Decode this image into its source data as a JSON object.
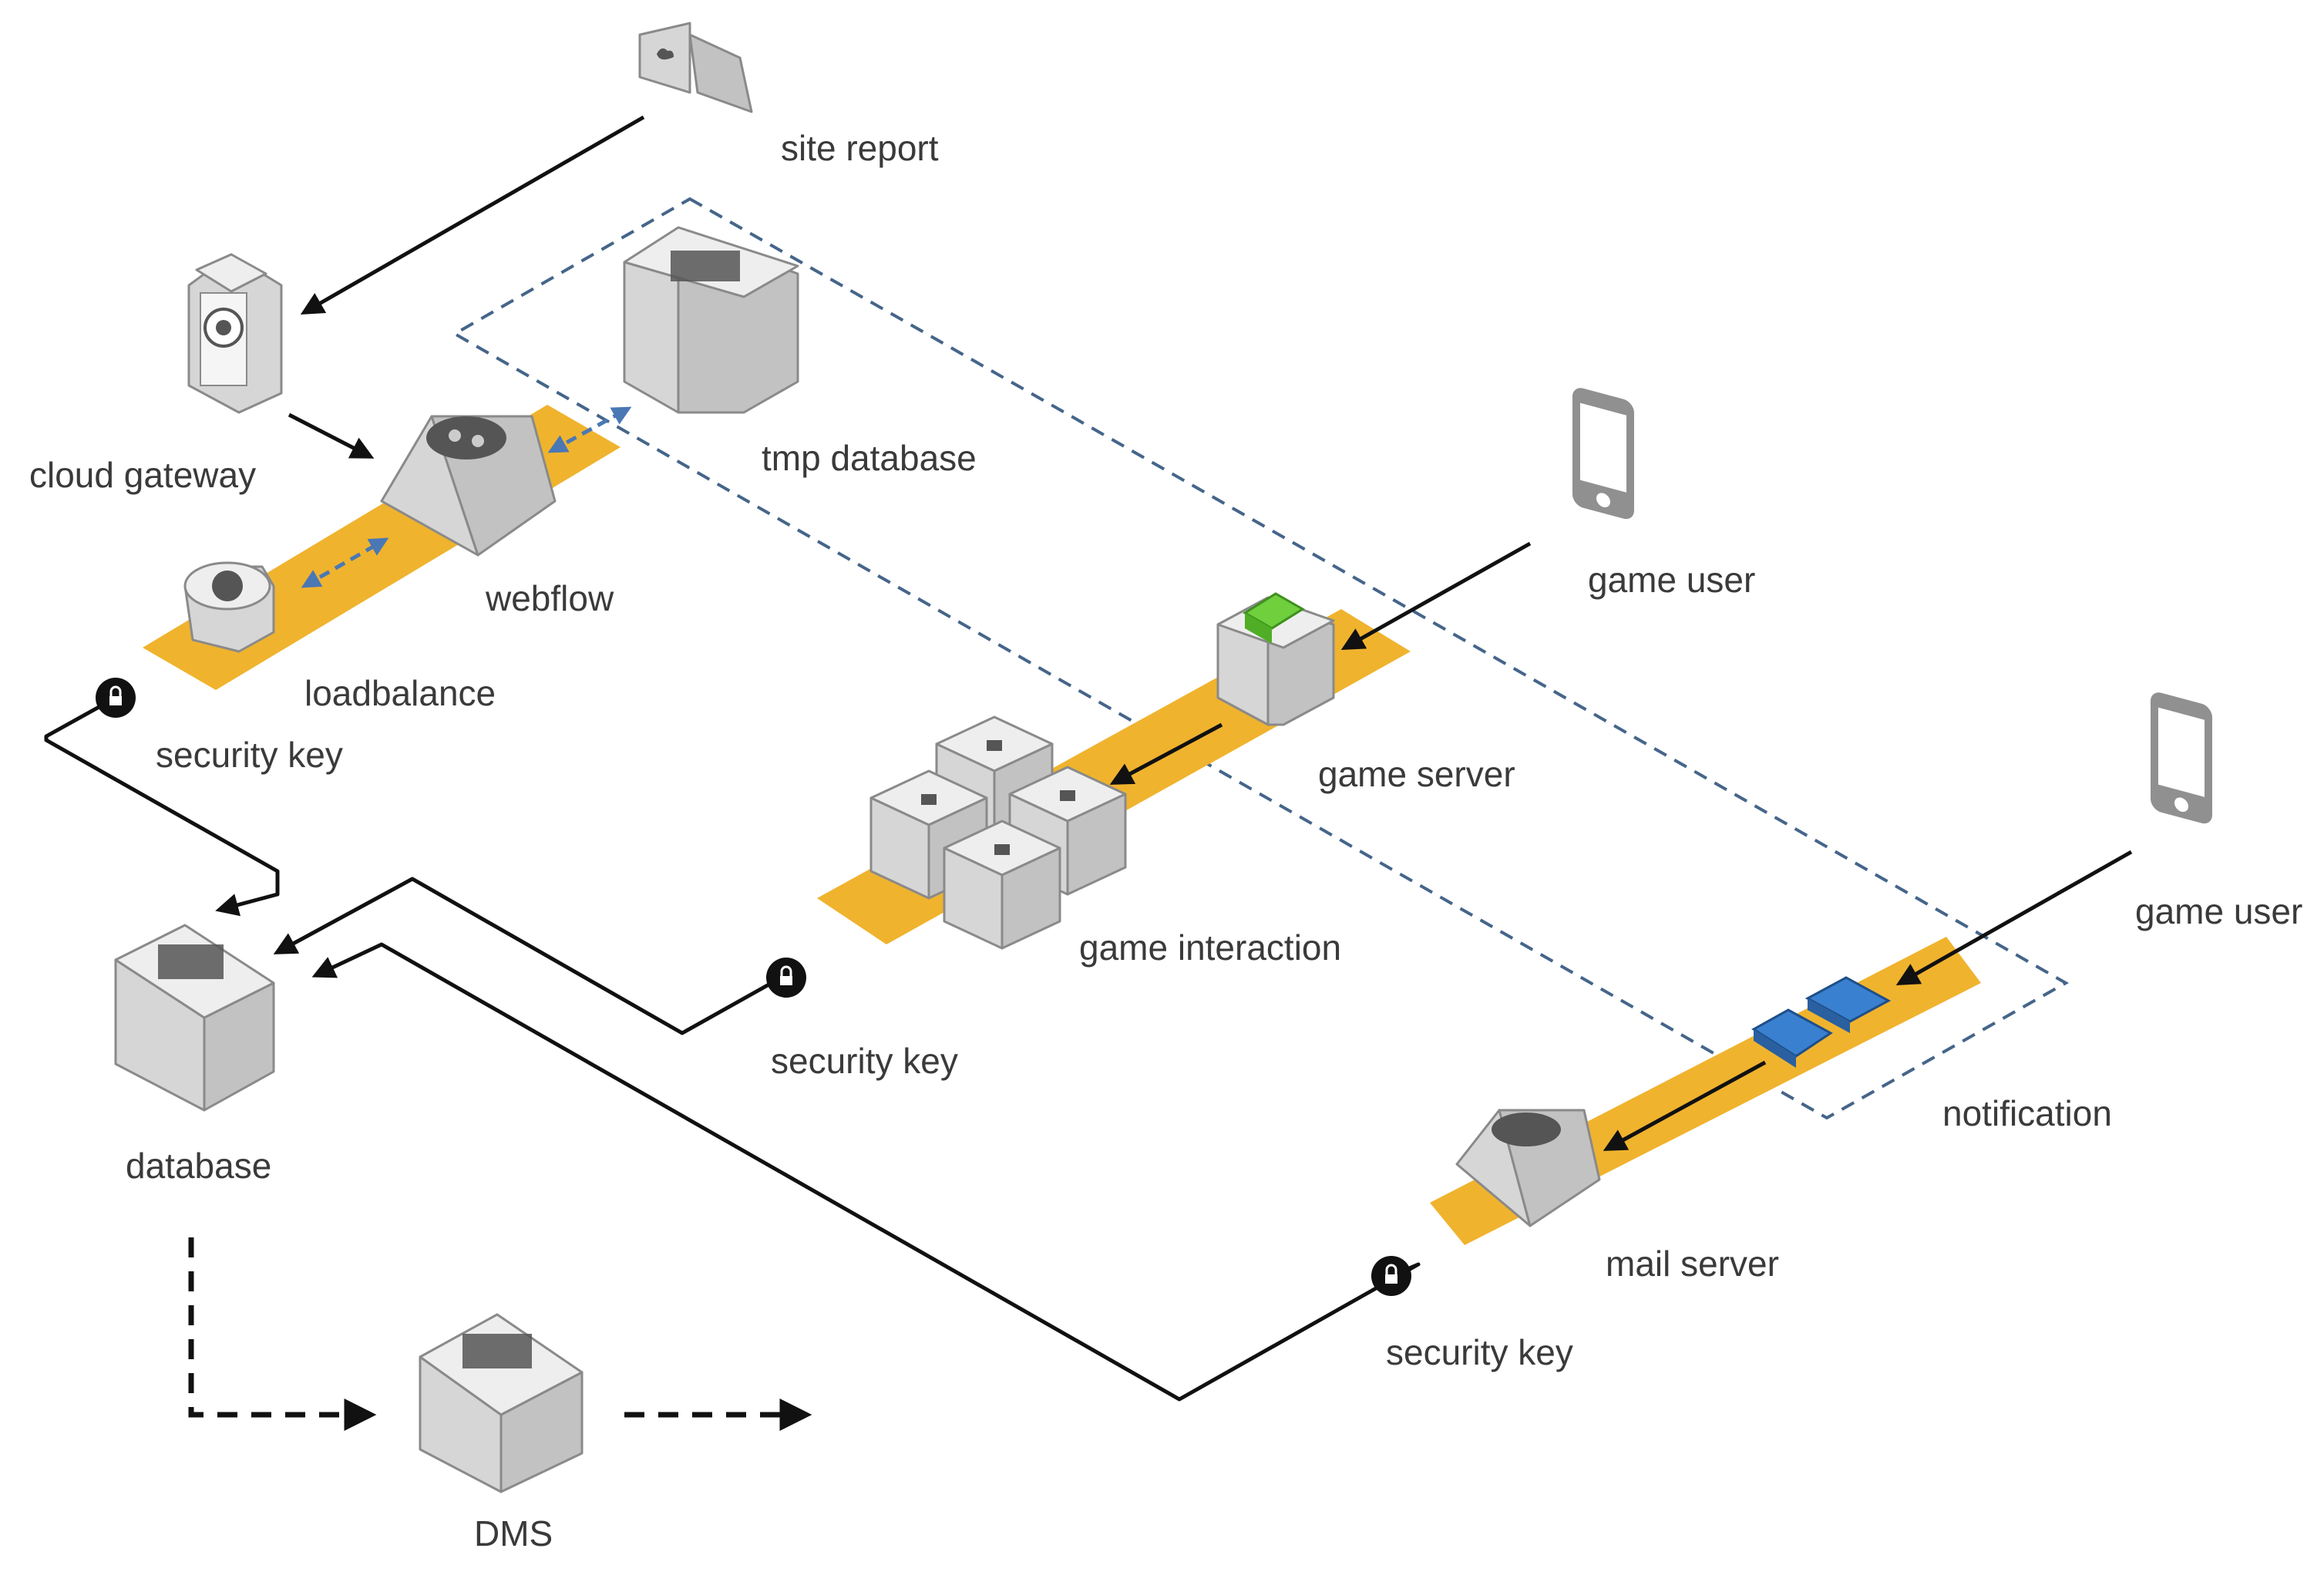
{
  "labels": {
    "site_report": "site report",
    "cloud_gateway": "cloud gateway",
    "tmp_database": "tmp database",
    "webflow": "webflow",
    "loadbalance": "loadbalance",
    "security_key_1": "security key",
    "game_user_1": "game user",
    "game_server": "game server",
    "game_interaction": "game interaction",
    "security_key_2": "security key",
    "game_user_2": "game user",
    "notification": "notification",
    "mail_server": "mail server",
    "security_key_3": "security key",
    "database": "database",
    "dms": "DMS"
  },
  "icons": {
    "site_report": "cloud-document-icon",
    "cloud_gateway": "gateway-server-icon",
    "tmp_database": "database-server-icon",
    "webflow": "hub-node-icon",
    "loadbalance": "load-balancer-icon",
    "game_server": "server-icon",
    "game_interaction": "cluster-icon",
    "notification": "message-queue-icon",
    "mail_server": "hub-node-icon",
    "database": "database-icon",
    "dms": "database-icon",
    "game_user": "mobile-phone-icon",
    "security_key": "lock-icon"
  },
  "colors": {
    "conveyor": "#f0b32e",
    "zone_border": "#45658a",
    "bidirectional_flow": "#4a78b5",
    "game_server_accent": "#6fcf3d",
    "notification_blocks": "#3a80d0"
  }
}
